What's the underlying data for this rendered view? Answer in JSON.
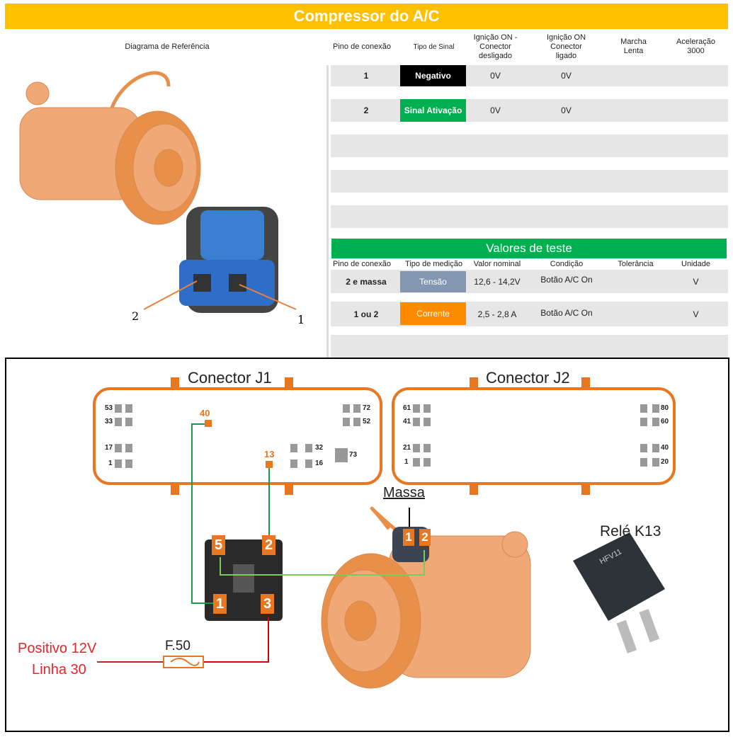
{
  "title": "Compressor do A/C",
  "header": [
    "Diagrama de Referência",
    "Pino de conexão",
    "Tipo de Sinal",
    "Ignição ON - Conector desligado",
    "Ignição ON Conector ligado",
    "Marcha Lenta",
    "Aceleração 3000"
  ],
  "signal_rows": [
    {
      "pin": "1",
      "signal": "Negativo",
      "signal_color": "#000000",
      "ign_off": "0V",
      "ign_on": "0V"
    },
    {
      "pin": "2",
      "signal": "Sinal Ativação",
      "signal_color": "#00B050",
      "ign_off": "0V",
      "ign_on": "0V"
    }
  ],
  "reference_labels": {
    "pin_left": "2",
    "pin_right": "1"
  },
  "test": {
    "title": "Valores de teste",
    "headers": [
      "Pino de conexão",
      "Tipo de medição",
      "Valor nominal",
      "Condição",
      "Tolerância",
      "Unidade"
    ],
    "rows": [
      {
        "pin": "2 e massa",
        "type": "Tensão",
        "type_color": "#8497B0",
        "nominal": "12,6 - 14,2V",
        "condition": "Botão A/C On",
        "tolerance": "",
        "unit": "V"
      },
      {
        "pin": "1 ou 2",
        "type": "Corrente",
        "type_color": "#FF8C00",
        "nominal": "2,5 - 2,8 A",
        "condition": "Botão A/C On",
        "tolerance": "",
        "unit": "V"
      }
    ]
  },
  "diagram": {
    "j1": "Conector J1",
    "j2": "Conector J2",
    "j1_pins": [
      "53",
      "33",
      "17",
      "1",
      "72",
      "52",
      "32",
      "16",
      "73"
    ],
    "j1_active": [
      "40",
      "13"
    ],
    "j2_pins": [
      "61",
      "41",
      "21",
      "1",
      "80",
      "60",
      "40",
      "20"
    ],
    "massa": "Massa",
    "rele": "Relé K13",
    "fuse": "F.50",
    "positive": "Positivo 12V",
    "line": "Linha 30",
    "relay_pins": [
      "5",
      "2",
      "1",
      "3"
    ],
    "comp_pins": [
      "1",
      "2"
    ],
    "relay_text": "HFV11"
  }
}
